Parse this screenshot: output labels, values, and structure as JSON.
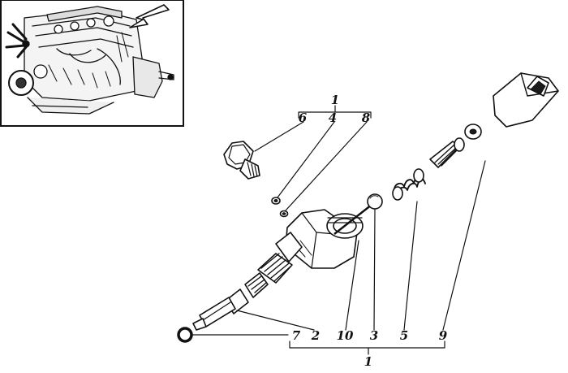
{
  "diagram": {
    "top_group": {
      "label": "1",
      "items": [
        "6",
        "4",
        "8"
      ]
    },
    "bottom_group": {
      "label": "1",
      "items": [
        "7",
        "2",
        "10",
        "3",
        "5",
        "9"
      ]
    }
  }
}
